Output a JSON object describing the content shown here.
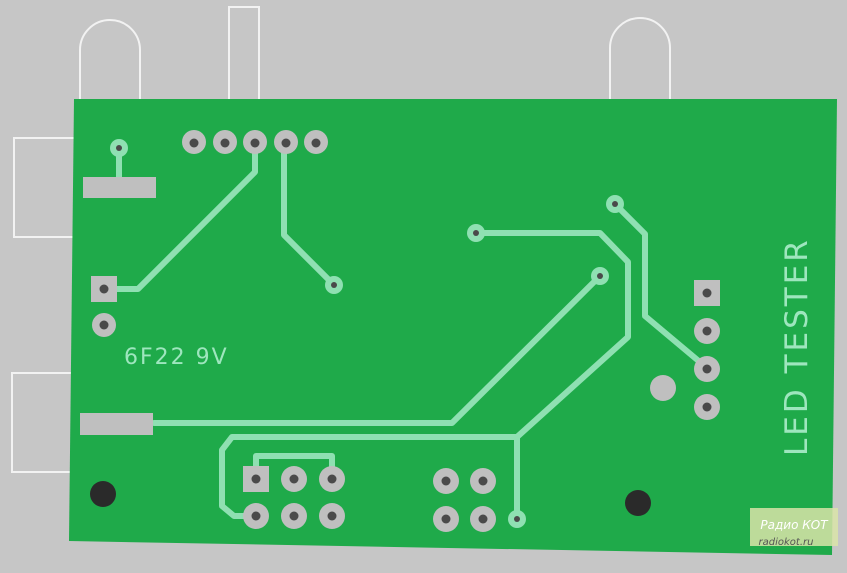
{
  "board": {
    "battery_label": "6F22 9V",
    "title_label": "LED TESTER"
  },
  "watermark": {
    "brand": "Радио КОТ",
    "site": "radiokot.ru"
  },
  "colors": {
    "background": "#c6c6c6",
    "board": "#1faa4a",
    "trace": "#8fe0b2",
    "pad_ring": "#bfbfbf",
    "hole": "#4a4a4a",
    "outline": "#f2f2f2",
    "label": "#9ee6be",
    "mounting_hole": "#2a2a2a"
  }
}
